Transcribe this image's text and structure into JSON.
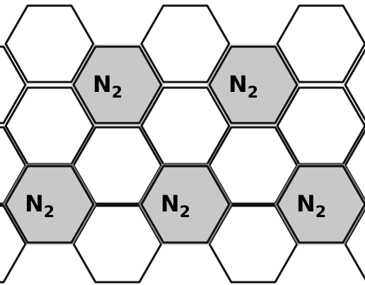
{
  "lattice": {
    "fill_colors": {
      "empty": "#ffffff",
      "occupied": "#c8c8c8",
      "line": "#111111"
    },
    "molecule": {
      "symbol": "N",
      "subscript": "2"
    },
    "cells": [
      {
        "id": "r0c0",
        "occupied": false
      },
      {
        "id": "r0c1",
        "occupied": false
      },
      {
        "id": "r0c2",
        "occupied": false
      },
      {
        "id": "r0c3",
        "occupied": false
      },
      {
        "id": "r0c4",
        "occupied": false
      },
      {
        "id": "r0c5",
        "occupied": false
      },
      {
        "id": "r1c0",
        "occupied": false
      },
      {
        "id": "r1c1",
        "occupied": true
      },
      {
        "id": "r1c2",
        "occupied": false
      },
      {
        "id": "r1c3",
        "occupied": true
      },
      {
        "id": "r1c4",
        "occupied": false
      },
      {
        "id": "r2c0",
        "occupied": false
      },
      {
        "id": "r2c1",
        "occupied": false
      },
      {
        "id": "r2c2",
        "occupied": false
      },
      {
        "id": "r2c3",
        "occupied": false
      },
      {
        "id": "r2c4",
        "occupied": false
      },
      {
        "id": "r3c0",
        "occupied": true
      },
      {
        "id": "r3c1",
        "occupied": false
      },
      {
        "id": "r3c2",
        "occupied": true
      },
      {
        "id": "r3c3",
        "occupied": false
      },
      {
        "id": "r3c4",
        "occupied": true
      },
      {
        "id": "r3c5",
        "occupied": false
      }
    ]
  }
}
